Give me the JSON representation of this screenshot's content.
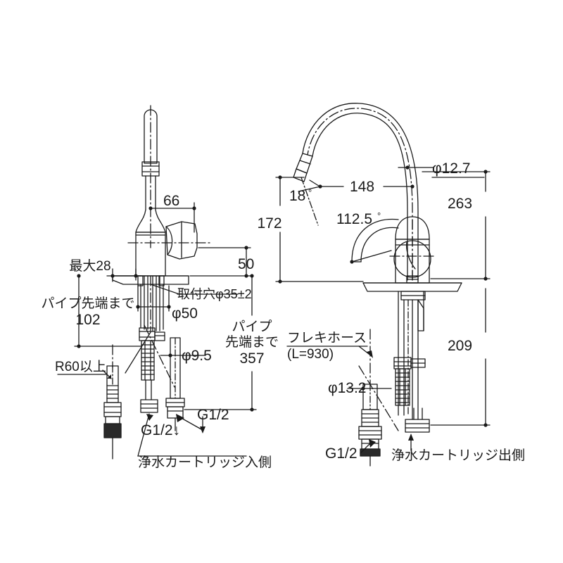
{
  "drawing": {
    "title": "Kitchen faucet dimensional drawing",
    "units": "mm",
    "line_color": "#1a1a1a",
    "background": "#ffffff"
  },
  "left_view": {
    "name": "front-view",
    "labels": {
      "d66": "66",
      "d50": "50",
      "max28": "最大28",
      "mount_hole": "取付穴φ35±2",
      "phi50": "φ50",
      "pipe_tip_1_line1": "パイプ先端まで",
      "pipe_tip_1_value": "102",
      "pipe_tip_2_line1": "パイプ",
      "pipe_tip_2_line2": "先端まで",
      "pipe_tip_2_value": "357",
      "phi95": "φ9.5",
      "r60": "R60以上",
      "g12_left": "G1/2↓",
      "g12_right": "G1/2",
      "cartridge_in": "浄水カートリッジ入側"
    }
  },
  "right_view": {
    "name": "side-view",
    "labels": {
      "phi127": "φ12.7",
      "d148": "148",
      "d263": "263",
      "d172": "172",
      "d209": "209",
      "angle18": "18",
      "angle18_unit": "°",
      "angle1125": "112.5",
      "angle1125_unit": "°",
      "flexi_hose_line1": "フレキホース",
      "flexi_hose_line2": "(L=930)",
      "phi132": "φ13.2",
      "g12": "G1/2",
      "cartridge_out": "浄水カートリッジ出側"
    }
  }
}
